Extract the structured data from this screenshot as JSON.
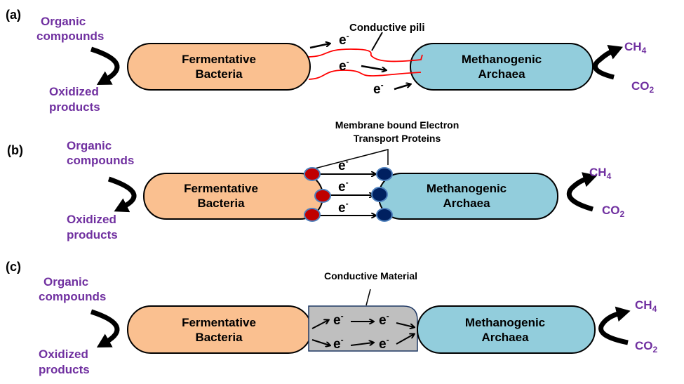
{
  "colors": {
    "fermentative": "#FAC090",
    "methanogenic": "#92CDDC",
    "labels": "#7030A0",
    "conductive_material": "#BFBFBF",
    "pili": "#FF0000",
    "donor_protein": "#C00000",
    "acceptor_protein": "#002060"
  },
  "panels": [
    {
      "tag": "(a)",
      "input": [
        "Organic",
        "compounds"
      ],
      "output": [
        "Oxidized",
        "products"
      ],
      "bacteria": [
        "Fermentative",
        "Bacteria"
      ],
      "archaea": [
        "Methanogenic",
        "Archaea"
      ],
      "connector_label": "Conductive pili",
      "ch": "CH",
      "ch_sub": "4",
      "co": "CO",
      "co_sub": "2",
      "e": "e",
      "e_sup": "-"
    },
    {
      "tag": "(b)",
      "input": [
        "Organic",
        "compounds"
      ],
      "output": [
        "Oxidized",
        "products"
      ],
      "bacteria": [
        "Fermentative",
        "Bacteria"
      ],
      "archaea": [
        "Methanogenic",
        "Archaea"
      ],
      "connector_label": [
        "Membrane bound Electron",
        "Transport Proteins"
      ],
      "ch": "CH",
      "ch_sub": "4",
      "co": "CO",
      "co_sub": "2",
      "e": "e",
      "e_sup": "-"
    },
    {
      "tag": "(c)",
      "input": [
        "Organic",
        "compounds"
      ],
      "output": [
        "Oxidized",
        "products"
      ],
      "bacteria": [
        "Fermentative",
        "Bacteria"
      ],
      "archaea": [
        "Methanogenic",
        "Archaea"
      ],
      "connector_label": "Conductive Material",
      "ch": "CH",
      "ch_sub": "4",
      "co": "CO",
      "co_sub": "2",
      "e": "e",
      "e_sup": "-"
    }
  ]
}
